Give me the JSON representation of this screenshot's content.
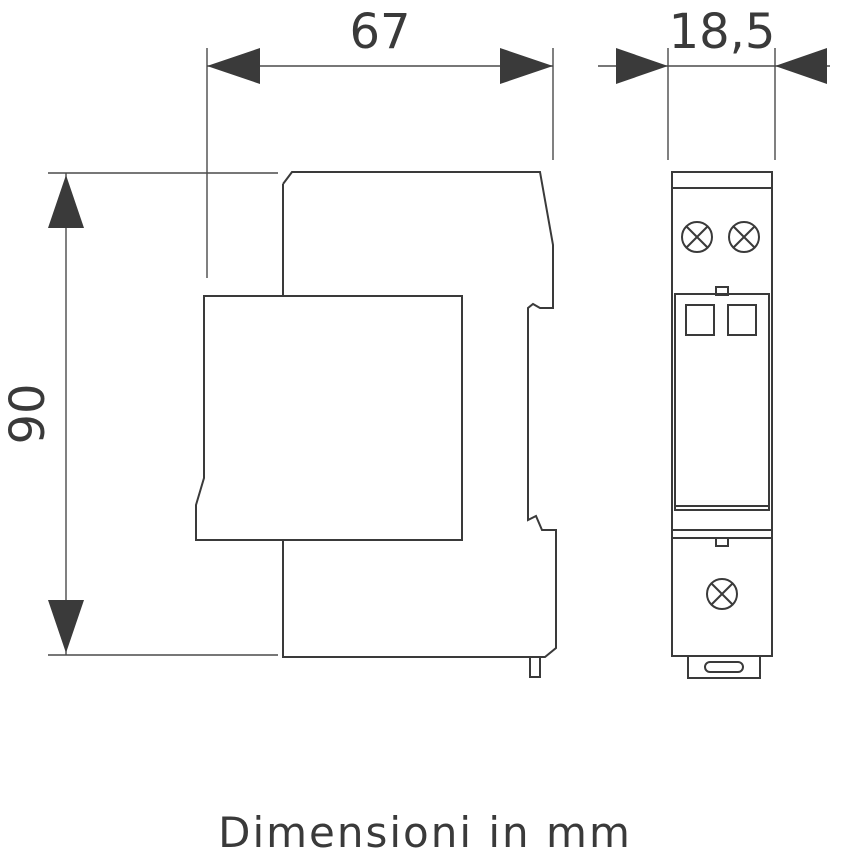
{
  "dimensions": {
    "depth": "67",
    "width": "18,5",
    "height": "90"
  },
  "caption": "Dimensioni in mm",
  "colors": {
    "line": "#3a3a3a",
    "background": "#ffffff"
  }
}
